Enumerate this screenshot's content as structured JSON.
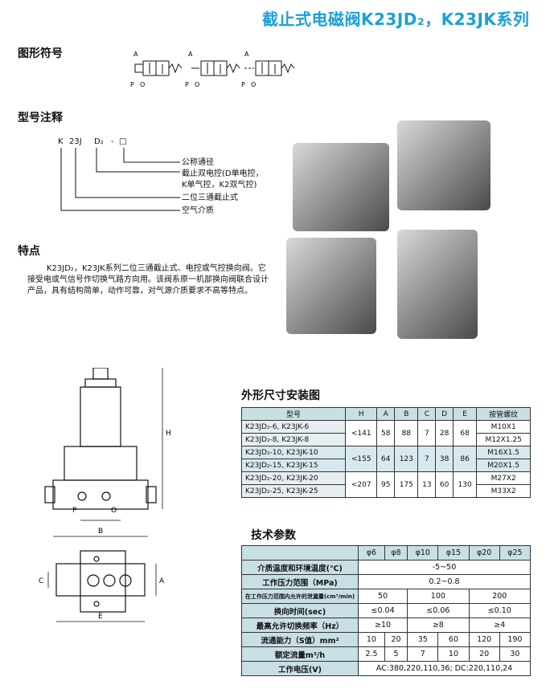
{
  "title": "截止式电磁阀K23JD₂，K23JK系列",
  "sections": {
    "symbol": "图形符号",
    "model": "型号注释",
    "feature": "特点",
    "dimension": "外形尺寸安装图",
    "tech": "技术参数"
  },
  "symbol_labels": {
    "a": "A",
    "p": "P",
    "o": "O"
  },
  "model_code": {
    "k": "K",
    "j": "23J",
    "d": "D₂",
    "dash": "-",
    "box": "□"
  },
  "model_notes": [
    "公称通径",
    "截止双电控(D单电控，",
    "K单气控，K2双气控)",
    "二位三通截止式",
    "空气介质"
  ],
  "feature_text": "K23JD₂，K23JK系列二位三通截止式、电控或气控换向阀。它接受电或气信号作切换气路方向用。该阀系原一机部换向阀联合设计产品，具有结构简单，动作可靠，对气源介质要求不高等特点。",
  "drawing_labels": {
    "h": "H",
    "p": "P",
    "o": "O",
    "b": "B",
    "c": "C",
    "a": "A",
    "e": "E"
  },
  "dim_table": {
    "headers": [
      "型号",
      "H",
      "A",
      "B",
      "C",
      "D",
      "E",
      "按管螺纹"
    ],
    "groups": [
      {
        "models": [
          "K23JD₂-6, K23JK-6",
          "K23JD₂-8, K23JK-8"
        ],
        "H": "<141",
        "A": "58",
        "B": "88",
        "C": "7",
        "D": "28",
        "E": "68",
        "threads": [
          "M10X1",
          "M12X1.25"
        ]
      },
      {
        "models": [
          "K23JD₂-10, K23JK-10",
          "K23JD₂-15, K23JK-15"
        ],
        "H": "<155",
        "A": "64",
        "B": "123",
        "C": "7",
        "D": "38",
        "E": "86",
        "threads": [
          "M16X1.5",
          "M20X1.5"
        ]
      },
      {
        "models": [
          "K23JD₂-20, K23JK-20",
          "K23JD₂-25, K23JK-25"
        ],
        "H": "<207",
        "A": "95",
        "B": "175",
        "C": "13",
        "D": "60",
        "E": "130",
        "threads": [
          "M27X2",
          "M33X2"
        ]
      }
    ]
  },
  "tech_table": {
    "diameters": [
      "φ6",
      "φ8",
      "φ10",
      "φ15",
      "φ20",
      "φ25"
    ],
    "medium_temp": {
      "label": "介质温度和环境温度(℃)",
      "value": "-5~50"
    },
    "pressure": {
      "label": "工作压力范围（MPa)",
      "value": "0.2~0.8"
    },
    "leakage": {
      "label": "在工作压力范围内允许的泄漏量(cm³/min)",
      "values": [
        "50",
        "100",
        "200"
      ]
    },
    "switch_time": {
      "label": "换向时间(sec)",
      "values": [
        "≤0.04",
        "≤0.06",
        "≤0.10"
      ]
    },
    "frequency": {
      "label": "最高允许切换频率（Hz）",
      "values": [
        "≥10",
        "≥8",
        "≥4"
      ]
    },
    "flow_capacity": {
      "label": "流通能力（S值）mm²",
      "values": [
        "10",
        "20",
        "35",
        "60",
        "120",
        "190"
      ]
    },
    "rated_flow": {
      "label": "额定流量m³/h",
      "values": [
        "2.5",
        "5",
        "7",
        "10",
        "20",
        "30"
      ]
    },
    "voltage": {
      "label": "工作电压(V)",
      "value": "AC:380,220,110,36; DC:220,110,24"
    }
  }
}
